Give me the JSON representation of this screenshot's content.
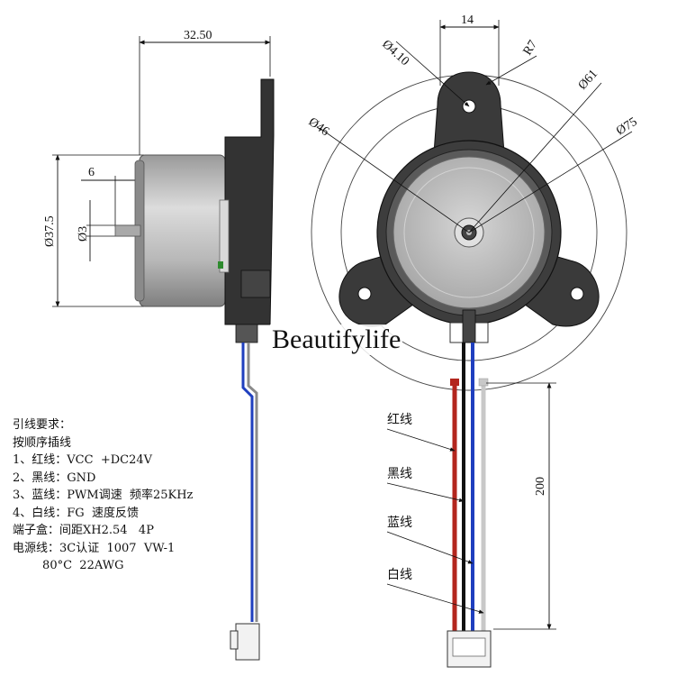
{
  "dimensions": {
    "side_length": "32.50",
    "side_diameter": "Ø37.5",
    "shaft_offset": "6",
    "shaft_diameter": "Ø3",
    "mount_spacing": "14",
    "hole_diameter": "Ø4.10",
    "radius": "R7",
    "dia_61": "Ø61",
    "dia_46": "Ø46",
    "dia_75": "Ø75",
    "lead_length": "200"
  },
  "wire_labels": {
    "red": "红线",
    "black": "黑线",
    "blue": "蓝线",
    "white": "白线"
  },
  "spec": {
    "line1": "引线要求：",
    "line2": "按顺序插线",
    "line3": "1、红线：VCC  +DC24V",
    "line4": "2、黑线：GND",
    "line5": "3、蓝线：PWM调速  频率25KHz",
    "line6": "4、白线：FG  速度反馈",
    "line7": "端子盒：间距XH2.54   4P",
    "line8": "电源线：3C认证  1007  VW-1",
    "line9": "        80°C  22AWG"
  },
  "watermark": "Beautifylife",
  "colors": {
    "wire_red": "#b3261e",
    "wire_black": "#111111",
    "wire_blue": "#1f3fbf",
    "wire_white": "#c8c8c8",
    "body_dark": "#3a3a3a",
    "rotor_gray": "#bdbdbd"
  }
}
